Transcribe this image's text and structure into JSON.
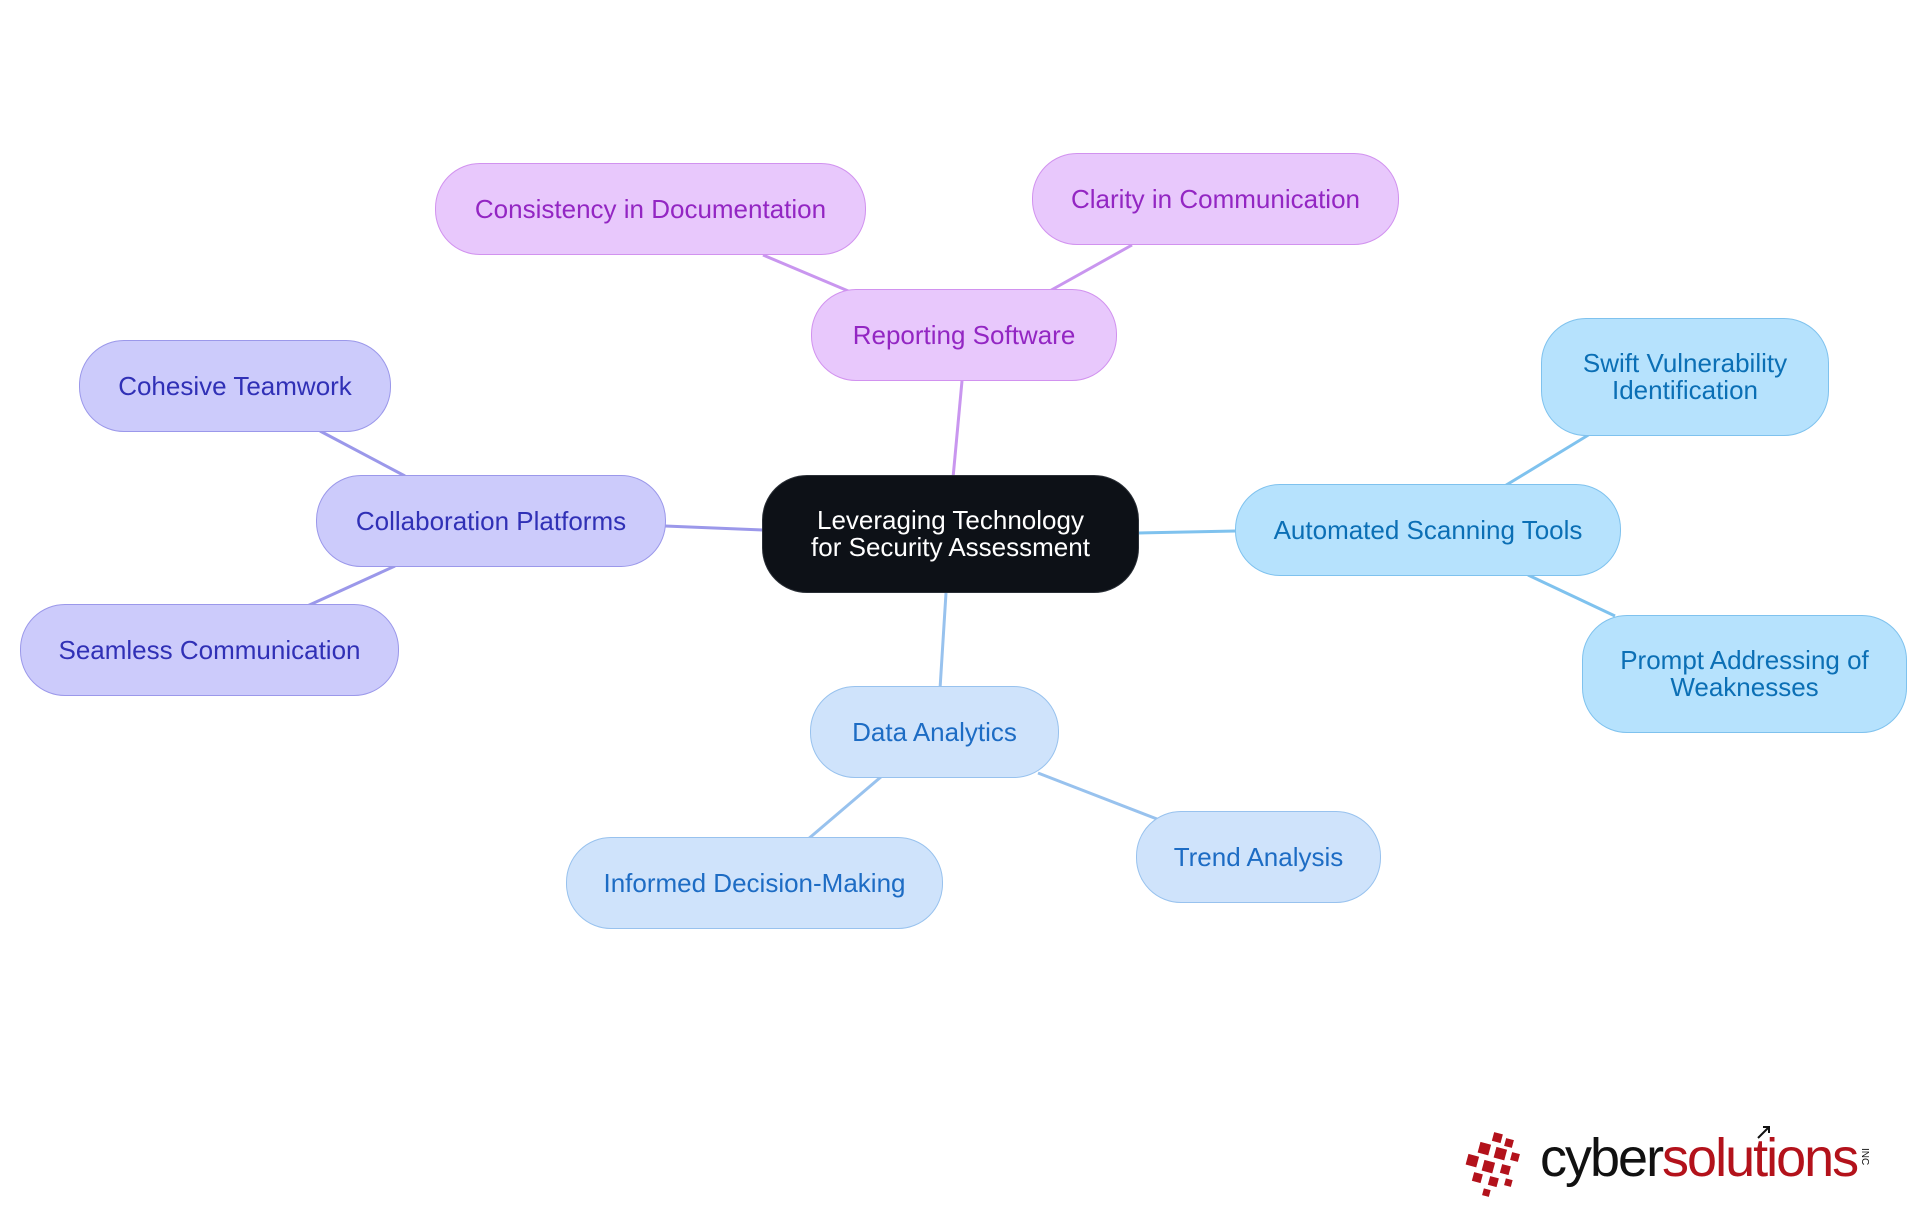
{
  "diagram": {
    "root": "Leveraging Technology for Security Assessment",
    "branches": {
      "reporting": {
        "label": "Reporting Software",
        "children": [
          "Consistency in Documentation",
          "Clarity in Communication"
        ]
      },
      "collaboration": {
        "label": "Collaboration Platforms",
        "children": [
          "Cohesive Teamwork",
          "Seamless Communication"
        ]
      },
      "scanning": {
        "label": "Automated Scanning Tools",
        "children": [
          "Swift Vulnerability Identification",
          "Prompt Addressing of Weaknesses"
        ]
      },
      "analytics": {
        "label": "Data Analytics",
        "children": [
          "Informed Decision-Making",
          "Trend Analysis"
        ]
      }
    }
  },
  "colors": {
    "root_fill": "#0d1117",
    "reporting_fill": "#e8c8fc",
    "reporting_text": "#9326c3",
    "collaboration_fill": "#cccbfb",
    "collaboration_text": "#3030b6",
    "scanning_fill": "#b6e2fd",
    "scanning_text": "#0b6fb5",
    "analytics_fill": "#cfe3fb",
    "analytics_text": "#1d6cc4"
  },
  "logo": {
    "part1": "cyber",
    "part2": "solutions",
    "suffix": "INC"
  }
}
